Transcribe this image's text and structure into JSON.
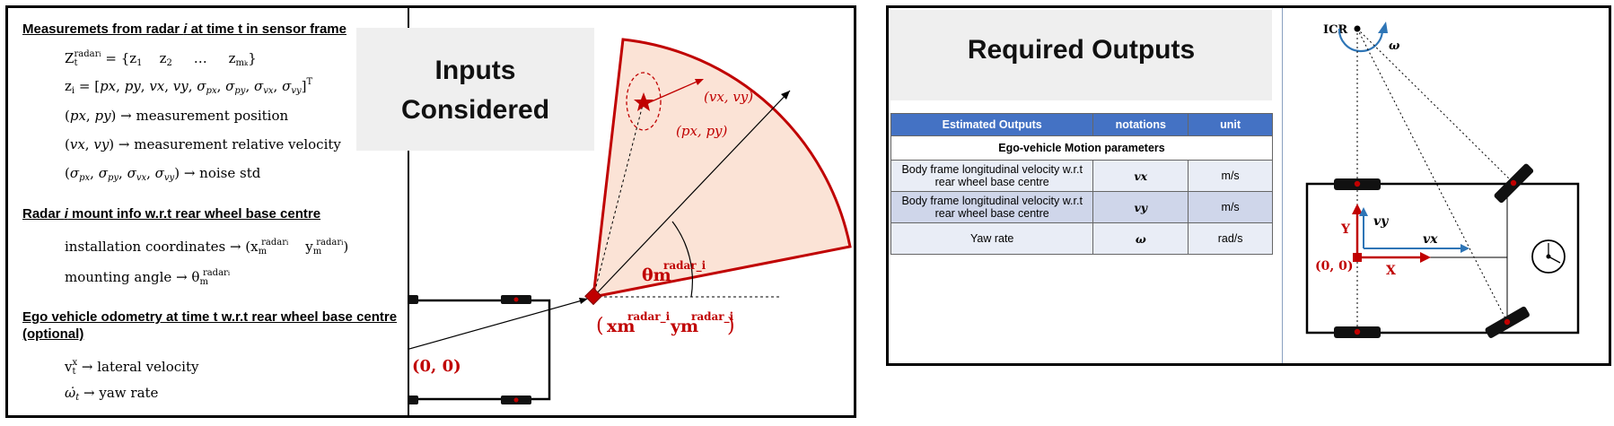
{
  "left": {
    "title": "Inputs Considered",
    "sections": {
      "measurements": {
        "heading": "Measuremets from radar i at time t in sensor frame",
        "lines": [
          "Z_t^radar_i = {z1   z2   …   z_mk}",
          "zi = [px, py, vx, vy, σpx, σpy, σvx, σvy]^T",
          "(px, py) → measurement position",
          "(vx, vy) → measurement relative velocity",
          "(σpx, σpy, σvx, σvy) → noise std"
        ]
      },
      "mount": {
        "heading": "Radar i mount info w.r.t rear wheel base centre",
        "lines": [
          "installation coordinates → (xm^radar_i   ym^radar_i)",
          "mounting angle → θm^radar_i"
        ]
      },
      "odometry": {
        "heading": "Ego vehicle odometry at time t w.r.t rear wheel base centre (optional)",
        "lines": [
          "vt^x → lateral velocity",
          "ω̇t → yaw rate"
        ]
      }
    },
    "diagram": {
      "origin_label": "(0, 0)",
      "target_velocity_label": "(vx, vy)",
      "target_position_label": "(px, py)",
      "theta_label": "θm",
      "theta_sup": "radar_i",
      "mount_x_label": "xm",
      "mount_y_label": "ym",
      "mount_sup": "radar_i",
      "colors": {
        "fov_fill": "#fbe3d6",
        "fov_stroke": "#c00000",
        "accent": "#c00000"
      }
    }
  },
  "right": {
    "title": "Required Outputs",
    "table": {
      "headers": [
        "Estimated Outputs",
        "notations",
        "unit"
      ],
      "section": "Ego-vehicle Motion parameters",
      "rows": [
        {
          "output": "Body frame longitudinal velocity w.r.t rear wheel base centre",
          "notation": "vx",
          "unit": "m/s"
        },
        {
          "output": "Body frame longitudinal velocity w.r.t rear wheel base centre",
          "notation": "vy",
          "unit": "m/s"
        },
        {
          "output": "Yaw rate",
          "notation": "ω",
          "unit": "rad/s"
        }
      ],
      "colors": {
        "header": "#4472c4",
        "row_light": "#e9edf6",
        "row_dark": "#cfd6ea"
      }
    },
    "diagram": {
      "icr_label": "ICR",
      "omega_label": "ω",
      "vy_label": "vy",
      "vx_label": "vx",
      "y_axis_label": "Y",
      "x_axis_label": "X",
      "origin_label": "(0, 0)",
      "colors": {
        "axis_red": "#c00000",
        "axis_blue": "#2e75b6"
      }
    }
  }
}
